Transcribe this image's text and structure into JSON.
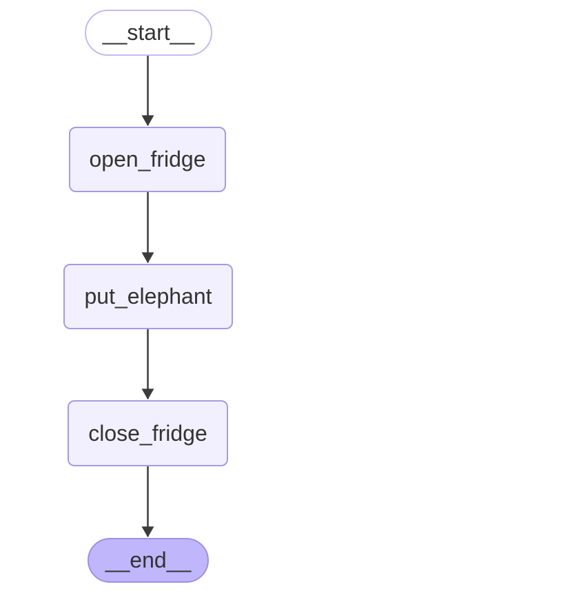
{
  "diagram": {
    "type": "flowchart",
    "direction": "top-down",
    "nodes": [
      {
        "id": "__start__",
        "label": "__start__",
        "kind": "start-pill"
      },
      {
        "id": "open_fridge",
        "label": "open_fridge",
        "kind": "task"
      },
      {
        "id": "put_elephant",
        "label": "put_elephant",
        "kind": "task"
      },
      {
        "id": "close_fridge",
        "label": "close_fridge",
        "kind": "task"
      },
      {
        "id": "__end__",
        "label": "__end__",
        "kind": "end-pill"
      }
    ],
    "edges": [
      {
        "from": "__start__",
        "to": "open_fridge"
      },
      {
        "from": "open_fridge",
        "to": "put_elephant"
      },
      {
        "from": "put_elephant",
        "to": "close_fridge"
      },
      {
        "from": "close_fridge",
        "to": "__end__"
      }
    ],
    "colors": {
      "background": "#ffffff",
      "task_fill": "#f2f0ff",
      "task_border": "#a79ae2",
      "start_fill": "#ffffff",
      "start_border": "#c6b9ef",
      "end_fill": "#bfb6fc",
      "end_border": "#a28ee2",
      "text": "#333333",
      "edge": "#3b3b3b"
    }
  }
}
